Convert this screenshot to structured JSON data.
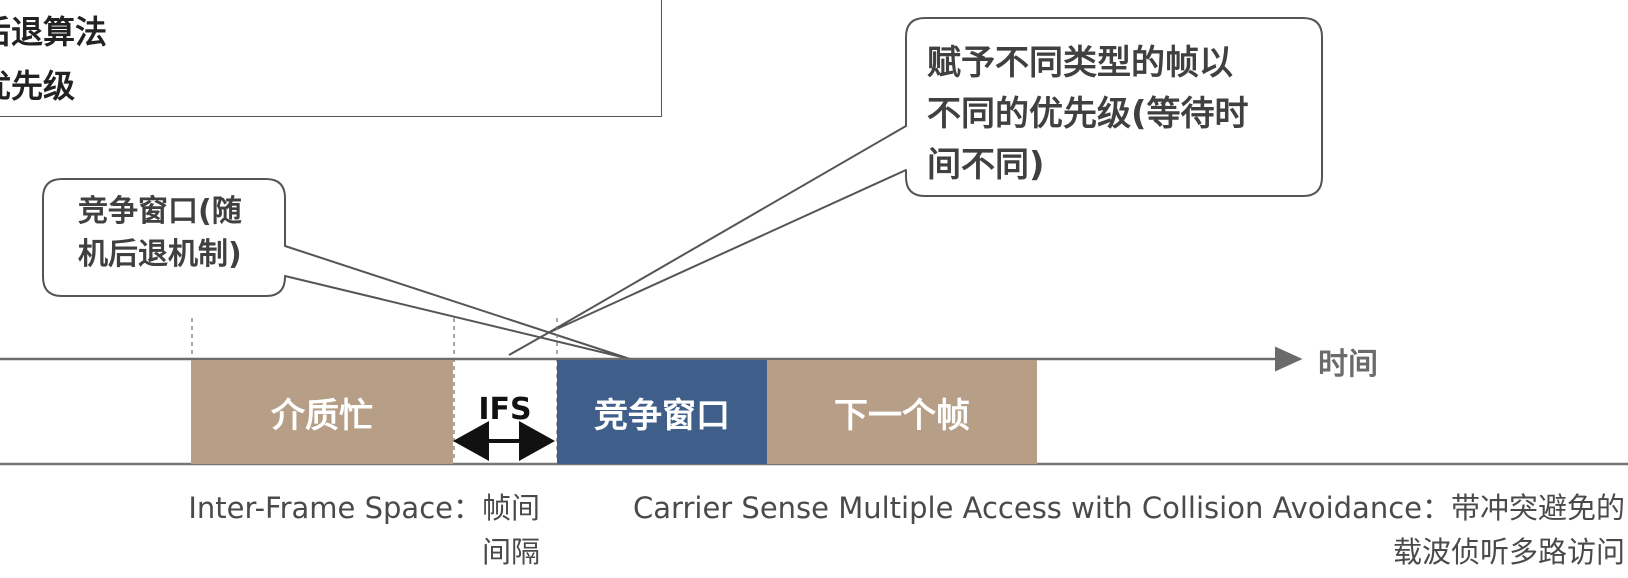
{
  "top_box": {
    "line1": "后退算法",
    "line2": "优先级"
  },
  "callouts": {
    "contention": "竞争窗口(随\n机后退机制)",
    "priority": "赋予不同类型的帧以\n不同的优先级(等待时\n间不同)"
  },
  "timeline": {
    "axis_label": "时间",
    "segments": {
      "busy": "介质忙",
      "ifs": "IFS",
      "contention_window": "竞争窗口",
      "next_frame": "下一个帧"
    }
  },
  "notes": {
    "ifs_line1": "Inter-Frame Space：帧间",
    "ifs_line2": "间隔",
    "csma_line1": "Carrier Sense Multiple Access with Collision Avoidance：带冲突避免的",
    "csma_line2": "载波侦听多路访问"
  },
  "colors": {
    "busy": "#b79e86",
    "contention_window": "#3f5f8a",
    "next_frame": "#b79e86",
    "axis": "#6b6b6b"
  }
}
